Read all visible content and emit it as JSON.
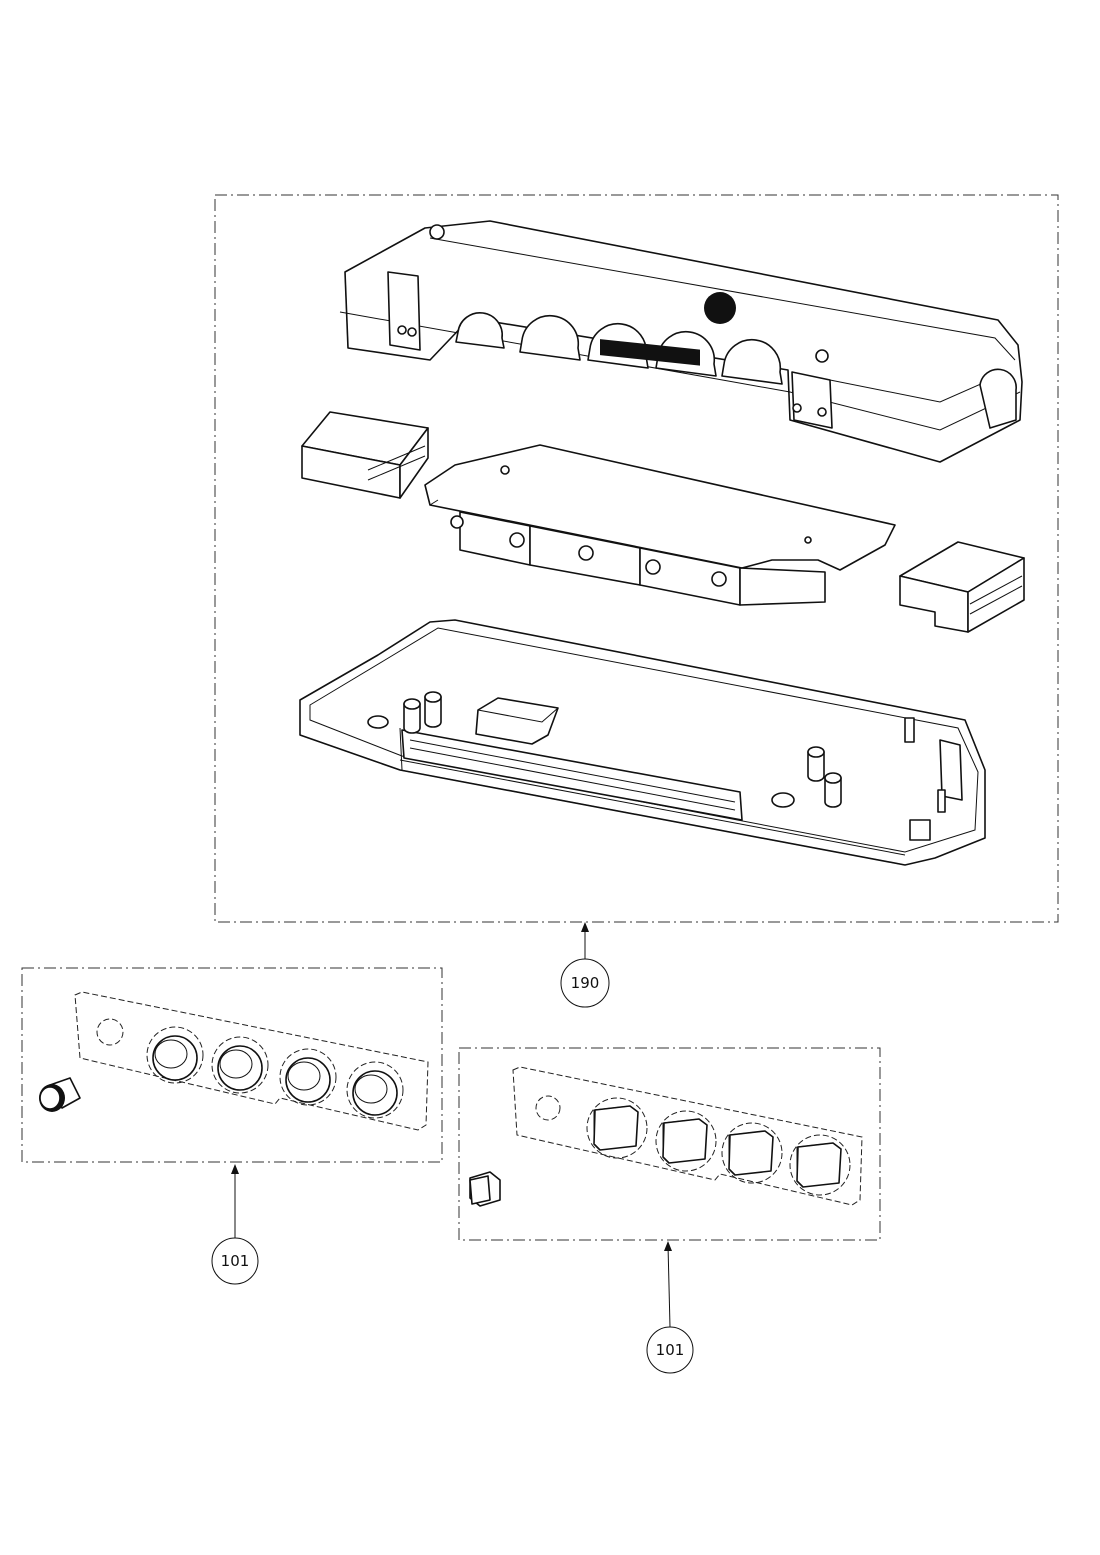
{
  "callouts": {
    "assembly": {
      "label": "190"
    },
    "board_round_buttons": {
      "label": "101"
    },
    "board_square_buttons": {
      "label": "101"
    }
  },
  "colors": {
    "ink": "#111111",
    "background": "#ffffff"
  },
  "icons": {
    "top_cover": "control-housing-cover",
    "pcb": "pcb-board",
    "bottom_case": "control-housing-case",
    "connector_left": "connector-block",
    "connector_right": "connector-block",
    "round_knob": "round-knob-cap",
    "square_cap": "square-button-cap"
  }
}
